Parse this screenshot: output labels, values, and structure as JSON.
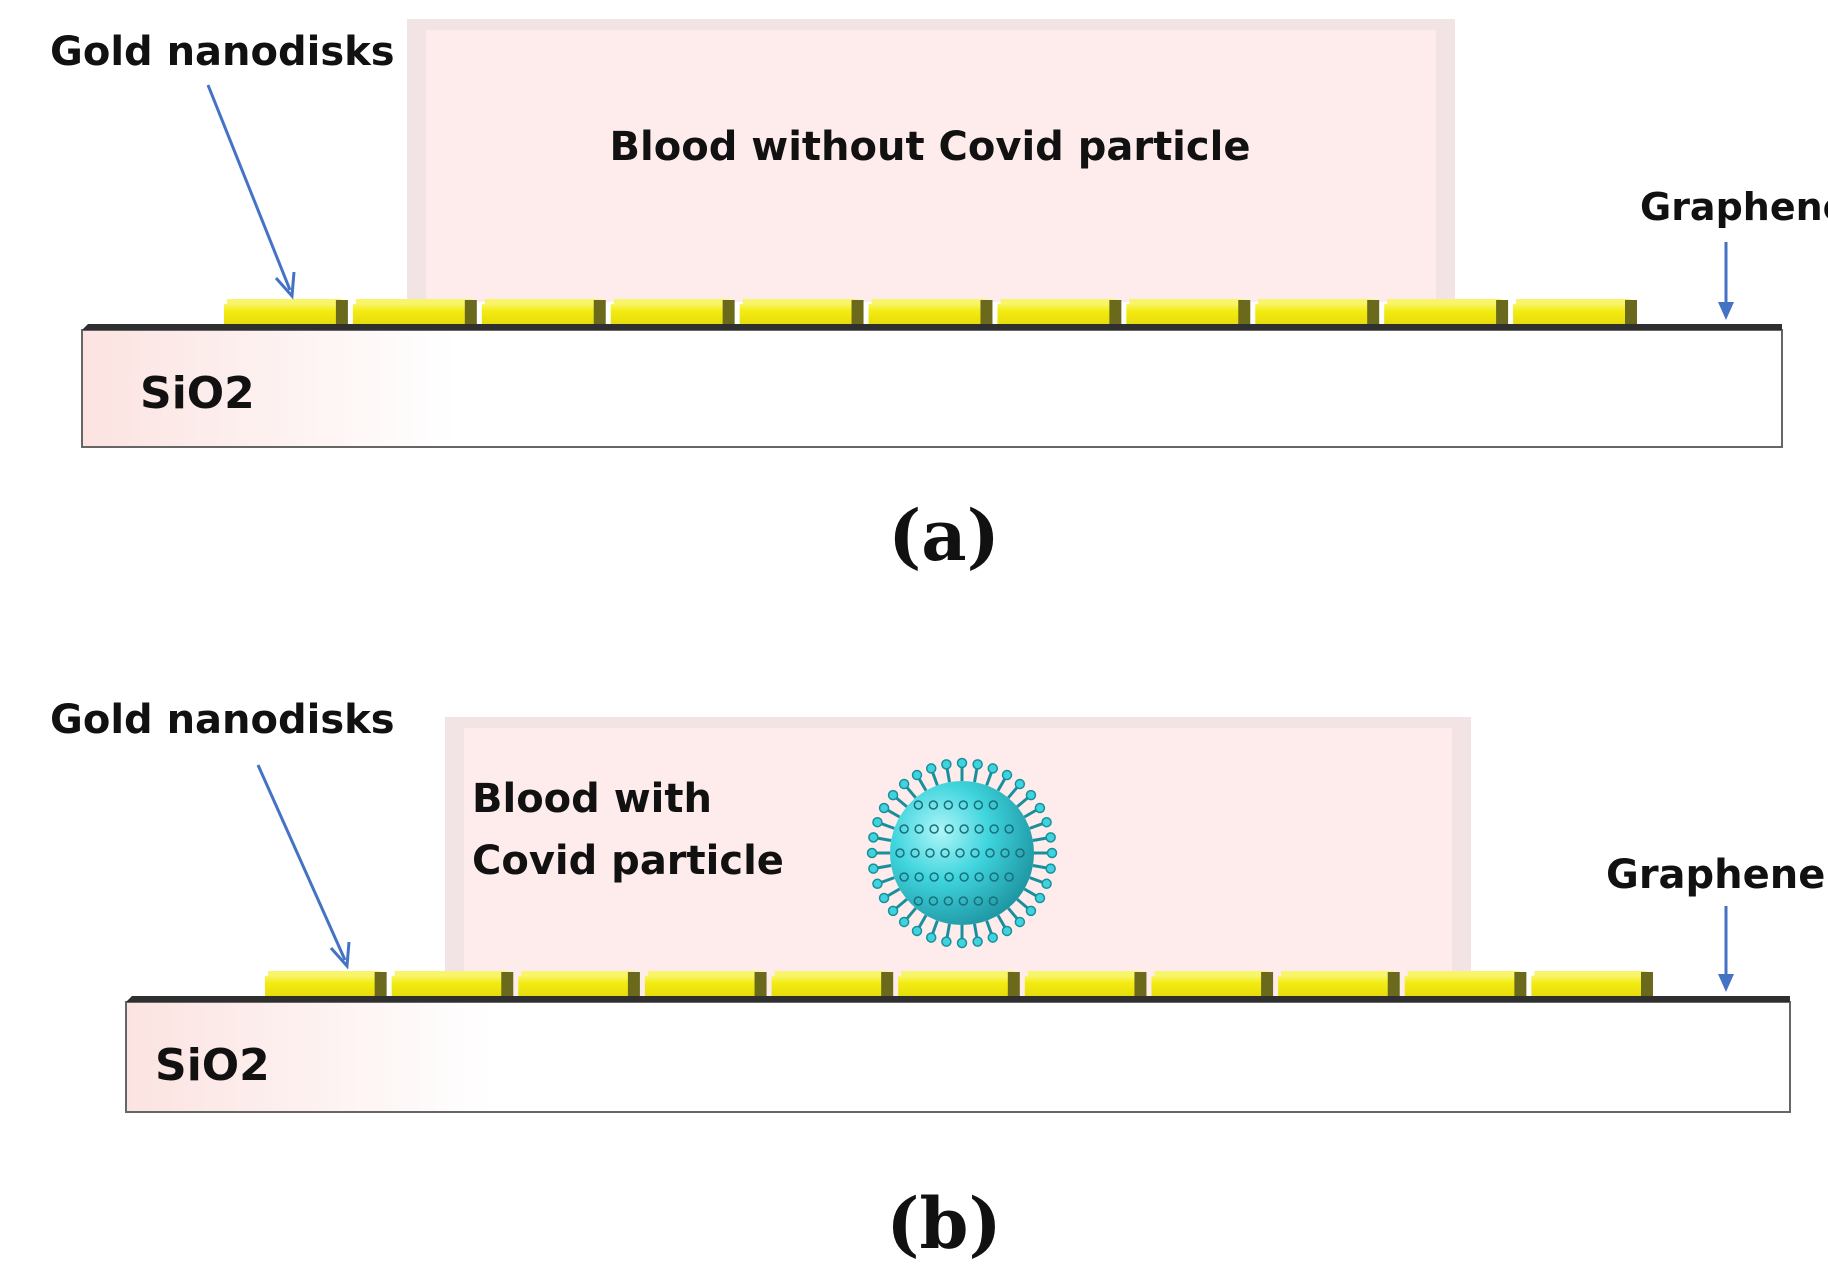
{
  "colors": {
    "blood": "#fdeceb",
    "blood_border": "#f2e2e2",
    "gold": "#f3ec11",
    "gold_top": "#f8f56a",
    "gold_side": "#6b6a1c",
    "arrow": "#4472c4",
    "virus": "#3fd4dd",
    "virus_dark": "#1a8f9c",
    "graphene": "#333333"
  },
  "panel_a": {
    "gold_label": "Gold nanodisks",
    "blood_label": "Blood without Covid particle",
    "graphene_label": "Graphene",
    "substrate_label": "SiO2",
    "caption": "(a)"
  },
  "panel_b": {
    "gold_label": "Gold nanodisks",
    "blood_label_line1": "Blood with",
    "blood_label_line2": "Covid particle",
    "graphene_label": "Graphene",
    "substrate_label": "SiO2",
    "caption": "(b)"
  },
  "icons": {
    "virus": "covid-virus-icon",
    "arrow": "down-arrow-icon"
  }
}
